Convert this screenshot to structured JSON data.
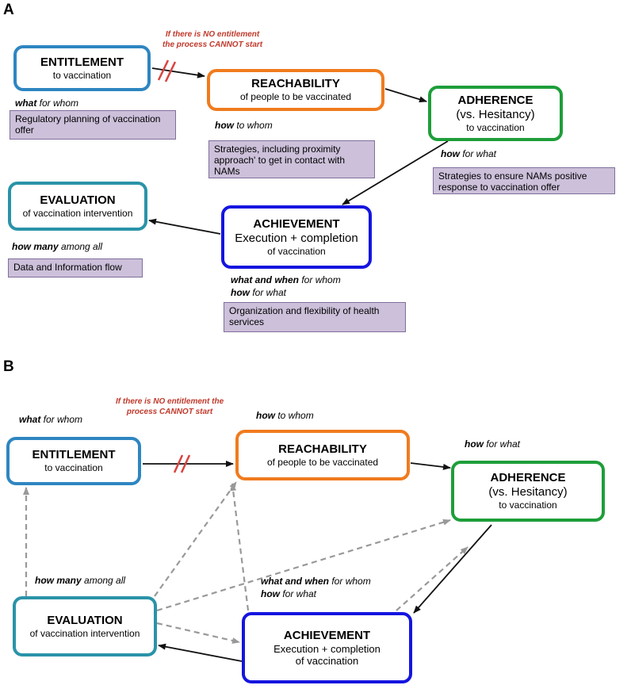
{
  "colors": {
    "entitlement": "#2e86c1",
    "reachability": "#f07b1e",
    "adherence": "#1e9e3a",
    "achievement": "#1515e0",
    "evaluation": "#2a93a8",
    "note_fill": "#ccc0da",
    "warning": "#c0392b"
  },
  "panel_a": {
    "label": "A",
    "warning": [
      "If there is NO entitlement",
      "the process CANNOT start"
    ],
    "entitlement": {
      "title": "ENTITLEMENT",
      "subtitle": "to vaccination"
    },
    "reachability": {
      "title": "REACHABILITY",
      "subtitle": "of people to be vaccinated"
    },
    "adherence": {
      "title": "ADHERENCE",
      "middle": "(vs. Hesitancy)",
      "subtitle": "to vaccination"
    },
    "achievement": {
      "title": "ACHIEVEMENT",
      "middle": "Execution + completion",
      "subtitle": "of vaccination"
    },
    "evaluation": {
      "title": "EVALUATION",
      "subtitle": "of vaccination intervention"
    },
    "labels": {
      "entitlement": {
        "bold": "what",
        "rest": " for whom"
      },
      "reachability": {
        "bold": "how",
        "rest": " to whom"
      },
      "adherence": {
        "bold": "how",
        "rest": " for what"
      },
      "achievement_1": {
        "bold": "what and when",
        "rest": " for whom"
      },
      "achievement_2": {
        "bold": "how",
        "rest": " for what"
      },
      "evaluation": {
        "bold": "how many",
        "rest": " among all"
      }
    },
    "notes": {
      "entitlement": "Regulatory planning of vaccination offer",
      "reachability": "Strategies, including proximity approach' to get in contact with NAMs",
      "adherence": "Strategies to ensure NAMs positive response to vaccination offer",
      "achievement": "Organization and flexibility of health services",
      "evaluation": "Data and Information flow"
    }
  },
  "panel_b": {
    "label": "B",
    "warning": [
      "If there is NO entitlement the",
      "process CANNOT start"
    ],
    "entitlement": {
      "title": "ENTITLEMENT",
      "subtitle": "to vaccination"
    },
    "reachability": {
      "title": "REACHABILITY",
      "subtitle": "of people to be vaccinated"
    },
    "adherence": {
      "title": "ADHERENCE",
      "middle": "(vs. Hesitancy)",
      "subtitle": "to vaccination"
    },
    "achievement": {
      "title": "ACHIEVEMENT",
      "middle": "Execution + completion",
      "subtitle": "of vaccination"
    },
    "evaluation": {
      "title": "EVALUATION",
      "subtitle": "of vaccination intervention"
    },
    "labels": {
      "entitlement": {
        "bold": "what",
        "rest": " for whom"
      },
      "reachability": {
        "bold": "how",
        "rest": " to whom"
      },
      "adherence": {
        "bold": "how",
        "rest": " for what"
      },
      "achievement_1": {
        "bold": "what and when",
        "rest": " for whom"
      },
      "achievement_2": {
        "bold": "how",
        "rest": " for what"
      },
      "evaluation": {
        "bold": "how many",
        "rest": " among all"
      }
    }
  }
}
